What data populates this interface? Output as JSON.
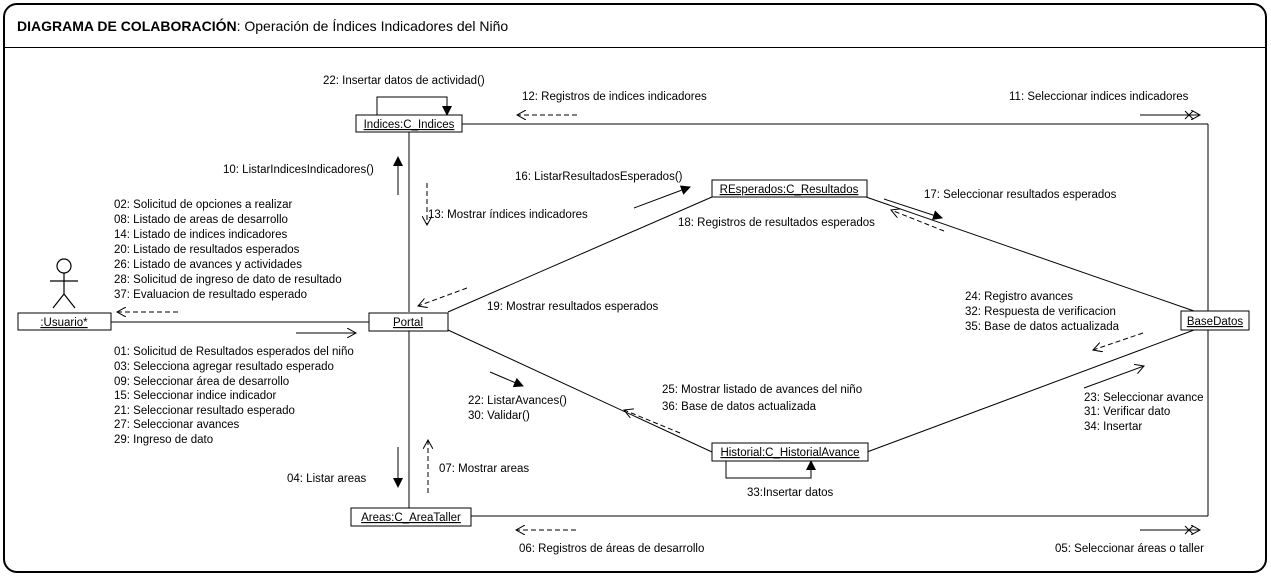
{
  "title": {
    "bold": "DIAGRAMA DE COLABORACIÓN",
    "rest": ": Operación de Índices Indicadores del Niño"
  },
  "objects": {
    "usuario": ":Usuario*",
    "portal": "Portal",
    "indices": "Indices:C_Indices",
    "resultados": "REsperados:C_Resultados",
    "basedatos": "BaseDatos",
    "historial": "Historial:C_HistorialAvance",
    "areas": "Areas:C_AreaTaller"
  },
  "messages": {
    "m22_insertar": "22: Insertar datos de actividad()",
    "m12": "12: Registros de indices indicadores",
    "m11": "11: Seleccionar indices indicadores",
    "m10": "10: ListarIndicesIndicadores()",
    "m13": "13: Mostrar índices indicadores",
    "m16": "16: ListarResultadosEsperados()",
    "m17": "17: Seleccionar resultados esperados",
    "m18": "18: Registros de resultados esperados",
    "m19": "19: Mostrar resultados esperados",
    "m24": "24: Registro avances",
    "m32": "32: Respuesta de verificacion",
    "m35": "35: Base de datos actualizada",
    "m22_listar": "22: ListarAvances()",
    "m30": "30: Validar()",
    "m25": "25: Mostrar listado de avances del niño",
    "m36": "36: Base de datos actualizada",
    "m23": "23: Seleccionar avance",
    "m31": "31: Verificar dato",
    "m34": "34: Insertar",
    "m33": "33:Insertar datos",
    "m04": "04: Listar areas",
    "m07": "07: Mostrar areas",
    "m06": "06: Registros de áreas de desarrollo",
    "m05": "05: Seleccionar áreas o taller"
  },
  "to_user": [
    "02: Solicitud de opciones a realizar",
    "08: Listado de areas de desarrollo",
    "14: Listado de indices indicadores",
    "20: Listado de resultados esperados",
    "26: Listado de avances y actividades",
    "28: Solicitud de ingreso de dato de resultado",
    "37: Evaluacion de resultado esperado"
  ],
  "from_user": [
    "01: Solicitud de Resultados esperados del niño",
    "03: Selecciona agregar resultado esperado",
    "09: Seleccionar área de desarrollo",
    "15: Seleccionar indice indicador",
    "21: Seleccionar resultado esperado",
    "27: Seleccionar avances",
    "29: Ingreso de dato"
  ]
}
